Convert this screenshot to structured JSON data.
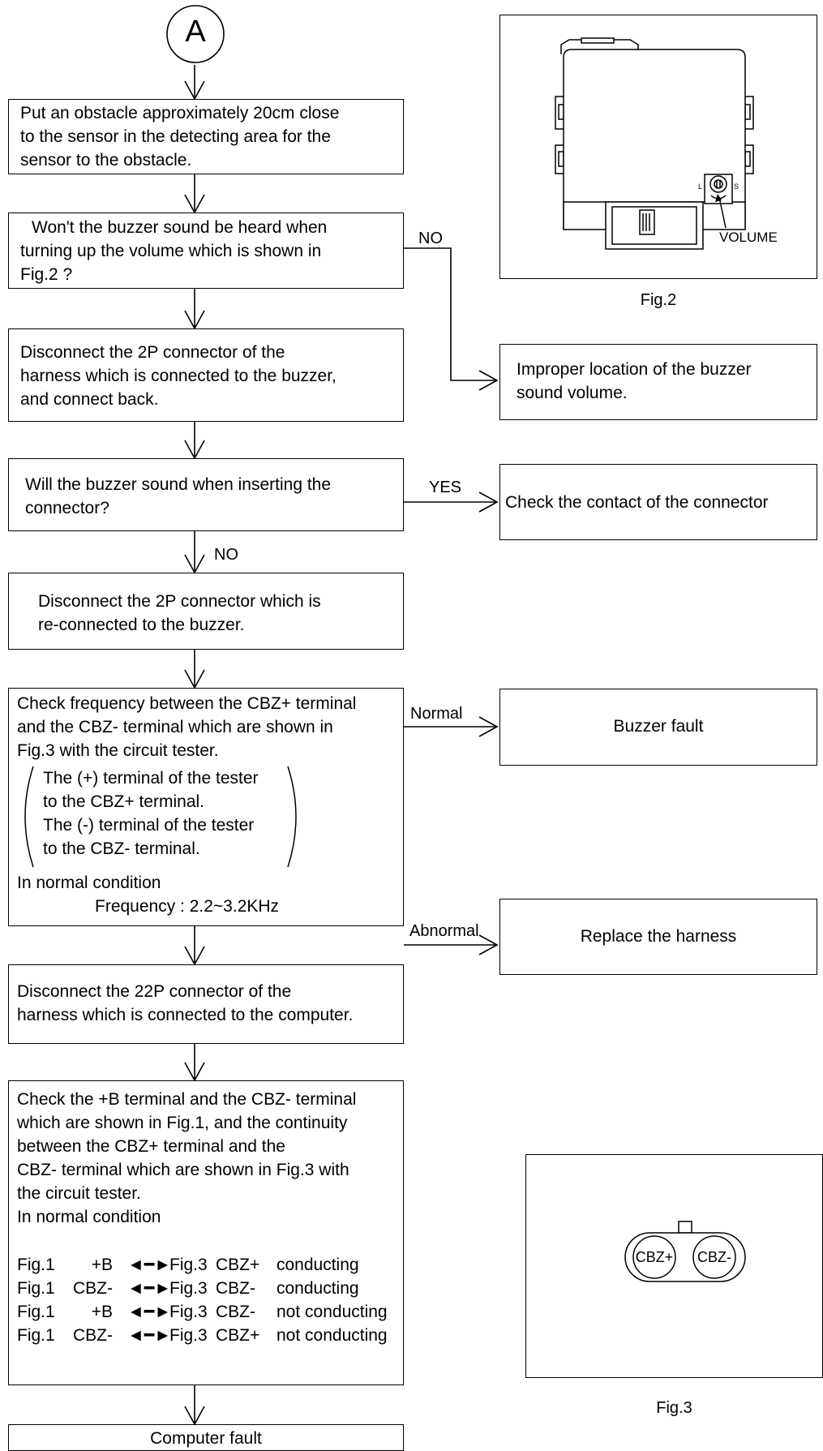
{
  "connector_label": "A",
  "steps": {
    "s1": [
      "Put an obstacle approximately 20cm close",
      "to the sensor in the detecting area for the",
      "sensor to the obstacle."
    ],
    "s2": [
      "Won't the buzzer sound be heard when",
      "turning up the volume which is shown in",
      "Fig.2 ?"
    ],
    "s3": [
      "Disconnect the 2P connector of the",
      "harness which is connected to the buzzer,",
      "and connect back."
    ],
    "s4": [
      "Will the buzzer sound when inserting the",
      "connector?"
    ],
    "s5": [
      "Disconnect the 2P connector which is",
      "re-connected to the buzzer."
    ],
    "s6": {
      "lines": [
        "Check frequency between the CBZ+ terminal",
        "and the CBZ- terminal which are shown in",
        "Fig.3 with the circuit tester."
      ],
      "paren": [
        "The (+) terminal of the tester",
        "to the CBZ+ terminal.",
        "The (-) terminal of the tester",
        "to the CBZ- terminal."
      ],
      "normal_label": "In normal condition",
      "frequency": "Frequency : 2.2~3.2KHz"
    },
    "s7": [
      "Disconnect the 22P connector of the",
      "harness which is connected to the computer."
    ],
    "s8": {
      "lines": [
        "Check the +B terminal and the CBZ- terminal",
        "which are shown in Fig.1, and the continuity",
        "between the CBZ+ terminal and the",
        "CBZ- terminal which are shown in Fig.3 with",
        "the circuit tester.",
        "In normal condition"
      ],
      "table": [
        {
          "from_fig": "Fig.1",
          "from_term": "+B",
          "to_fig": "Fig.3",
          "to_term": "CBZ+",
          "result": "conducting"
        },
        {
          "from_fig": "Fig.1",
          "from_term": "CBZ-",
          "to_fig": "Fig.3",
          "to_term": "CBZ-",
          "result": "conducting"
        },
        {
          "from_fig": "Fig.1",
          "from_term": "+B",
          "to_fig": "Fig.3",
          "to_term": "CBZ-",
          "result": "not conducting"
        },
        {
          "from_fig": "Fig.1",
          "from_term": "CBZ-",
          "to_fig": "Fig.3",
          "to_term": "CBZ+",
          "result": "not conducting"
        }
      ]
    },
    "s9": "Computer fault"
  },
  "outcomes": {
    "improper": [
      "Improper location of the buzzer",
      "sound volume."
    ],
    "check_contact": "Check the contact of the connector",
    "buzzer_fault": "Buzzer fault",
    "replace_harness": "Replace the harness"
  },
  "branch_labels": {
    "no1": "NO",
    "yes": "YES",
    "no2": "NO",
    "normal": "Normal",
    "abnormal": "Abnormal"
  },
  "figures": {
    "fig2_caption": "Fig.2",
    "fig2_volume": "VOLUME",
    "fig2_l": "L",
    "fig2_s": "S",
    "fig3_caption": "Fig.3",
    "fig3_left": "CBZ+",
    "fig3_right": "CBZ-"
  }
}
